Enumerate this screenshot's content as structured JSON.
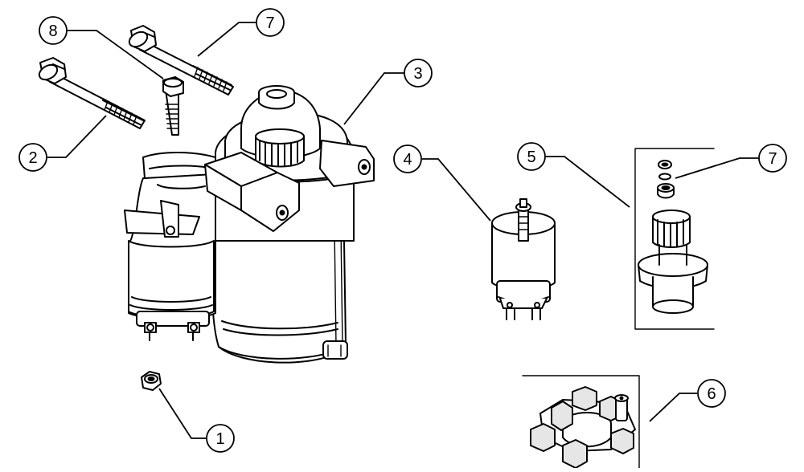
{
  "figure": {
    "callouts": [
      {
        "id": "c1",
        "label": "1",
        "part": "nut"
      },
      {
        "id": "c2",
        "label": "2",
        "part": "mounting-bolt"
      },
      {
        "id": "c3",
        "label": "3",
        "part": "starter-motor"
      },
      {
        "id": "c4",
        "label": "4",
        "part": "solenoid"
      },
      {
        "id": "c5",
        "label": "5",
        "part": "drive-pinion-kit"
      },
      {
        "id": "c6",
        "label": "6",
        "part": "brush-holder"
      },
      {
        "id": "c7a",
        "label": "7",
        "part": "long-bolt"
      },
      {
        "id": "c7b",
        "label": "7",
        "part": "retaining-ring"
      },
      {
        "id": "c8",
        "label": "8",
        "part": "bolt"
      }
    ]
  }
}
